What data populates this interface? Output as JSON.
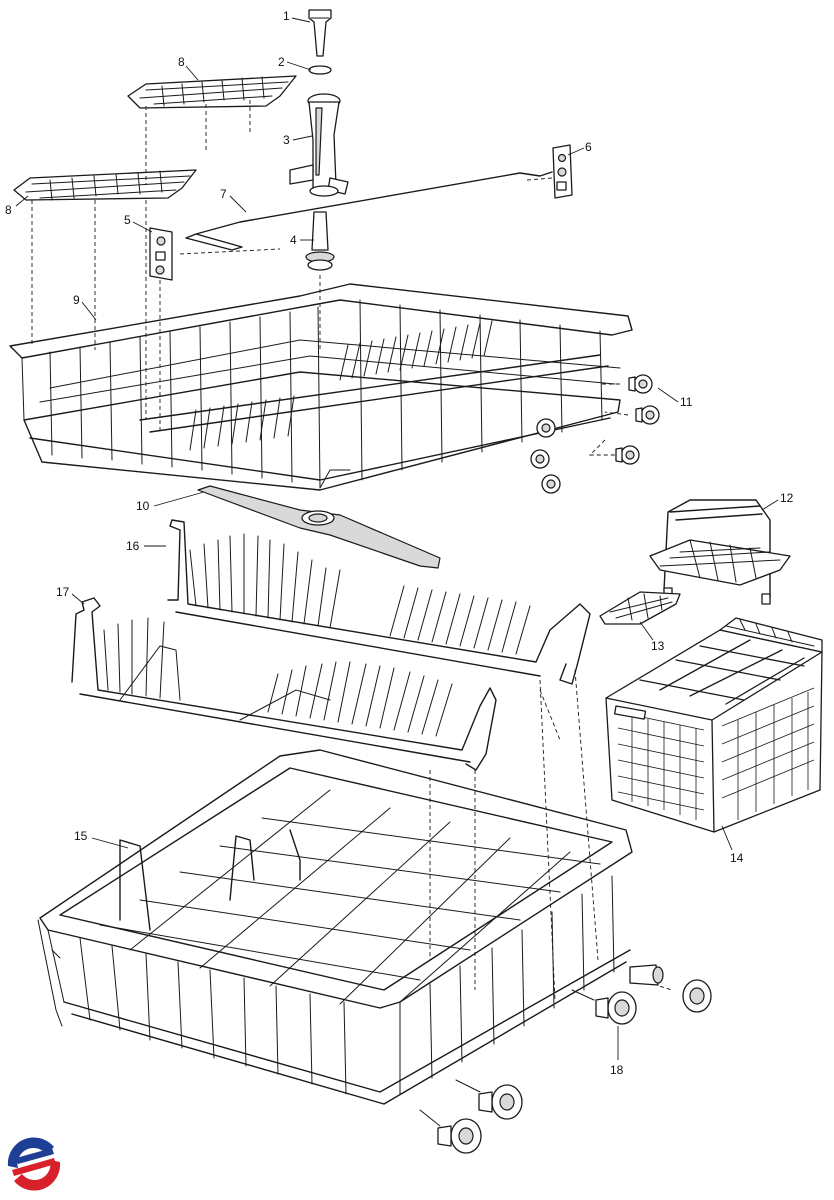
{
  "diagram": {
    "callouts": [
      {
        "id": "1",
        "label": "1"
      },
      {
        "id": "2",
        "label": "2"
      },
      {
        "id": "3",
        "label": "3"
      },
      {
        "id": "4",
        "label": "4"
      },
      {
        "id": "5",
        "label": "5"
      },
      {
        "id": "6",
        "label": "6"
      },
      {
        "id": "7",
        "label": "7"
      },
      {
        "id": "8a",
        "label": "8"
      },
      {
        "id": "8b",
        "label": "8"
      },
      {
        "id": "9",
        "label": "9"
      },
      {
        "id": "10",
        "label": "10"
      },
      {
        "id": "11",
        "label": "11"
      },
      {
        "id": "12",
        "label": "12"
      },
      {
        "id": "13",
        "label": "13"
      },
      {
        "id": "14",
        "label": "14"
      },
      {
        "id": "15",
        "label": "15"
      },
      {
        "id": "16",
        "label": "16"
      },
      {
        "id": "17",
        "label": "17"
      },
      {
        "id": "18",
        "label": "18"
      }
    ],
    "logo": {
      "colors": {
        "red": "#d8202a",
        "blue": "#1f3f96"
      }
    }
  }
}
